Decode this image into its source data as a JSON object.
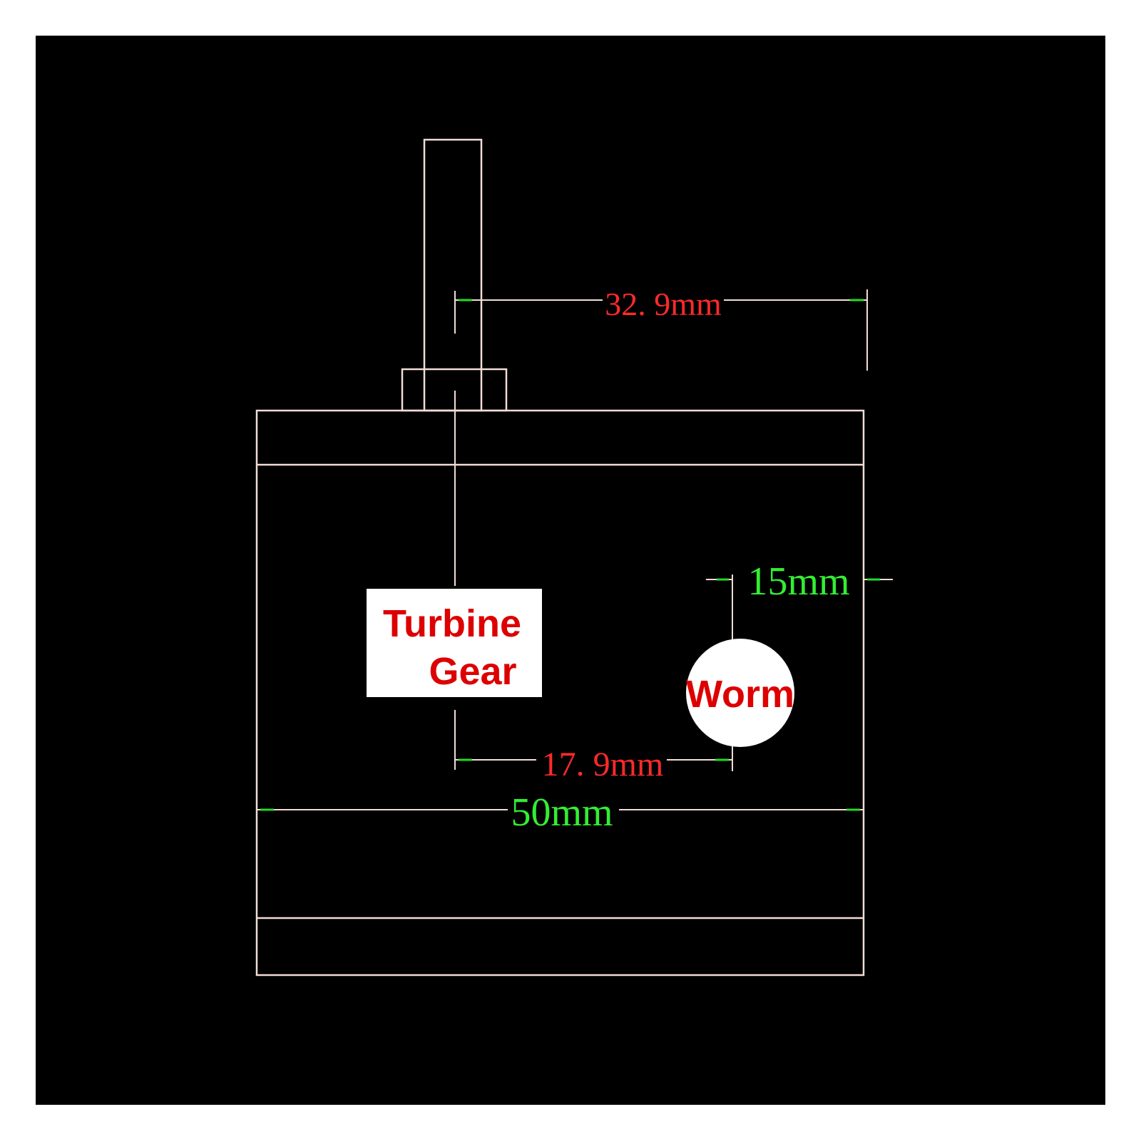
{
  "dimensions": {
    "shaft_offset": "32. 9mm",
    "worm_offset": "15mm",
    "center_distance": "17. 9mm",
    "overall_width": "50mm"
  },
  "labels": {
    "turbine_line1": "Turbine",
    "turbine_line2": "Gear",
    "worm": "Worm"
  },
  "colors": {
    "background": "#000000",
    "outline": "#f2dcd6",
    "dimension_line": "#f2dcd6",
    "arrow": "#22dd22",
    "red_text": "#ff2a2a",
    "green_text": "#33ee33",
    "label_red": "#dd0000",
    "label_box": "#ffffff"
  }
}
